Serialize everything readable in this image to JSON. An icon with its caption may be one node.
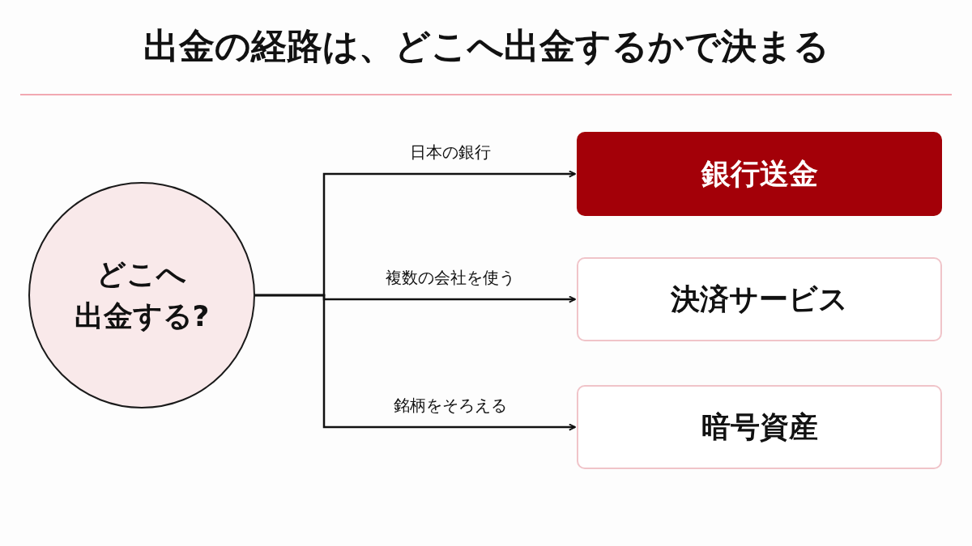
{
  "diagram": {
    "title": "出金の経路は、どこへ出金するかで決まる",
    "nodes": [
      {
        "text": [
          "どこへ出金する?"
        ]
      },
      {
        "text": [
          "銀行送金"
        ]
      },
      {
        "text": [
          "決済サービス"
        ]
      },
      {
        "text": [
          "暗号資産"
        ]
      }
    ],
    "edges": [
      {
        "from": 0,
        "to": 1,
        "arrow": "to",
        "label": "日本の銀行"
      },
      {
        "from": 0,
        "to": 2,
        "arrow": "to",
        "label": "複数の会社を使う"
      },
      {
        "from": 0,
        "to": 3,
        "arrow": "to",
        "label": "銘柄をそろえる"
      }
    ]
  }
}
